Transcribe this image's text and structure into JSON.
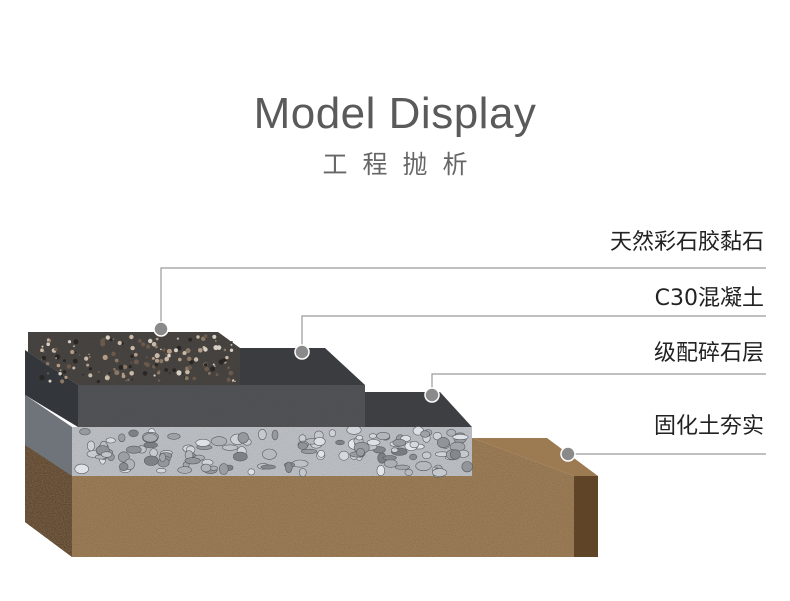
{
  "header": {
    "title": "Model Display",
    "subtitle": "工程抛析"
  },
  "layers": [
    {
      "label": "天然彩石胶黏石"
    },
    {
      "label": "C30混凝土"
    },
    {
      "label": "级配碎石层"
    },
    {
      "label": "固化土夯实"
    }
  ],
  "colors": {
    "title": "#5a5a5a",
    "leader_line": "#9a9a9a",
    "marker_dot": "#8a8a8a",
    "soil": "#8b6a44",
    "gravel": "#a9aeb3",
    "concrete": "#4a4d52",
    "stone": "#3c3834"
  }
}
